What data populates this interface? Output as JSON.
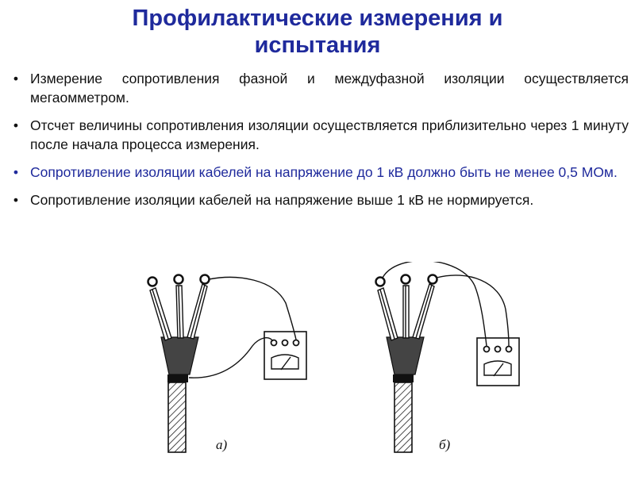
{
  "title": {
    "line1": "Профилактические измерения и",
    "line2": "испытания"
  },
  "bullets": [
    {
      "text": "Измерение сопротивления фазной и междуфазной изоляции осуществляется мегаомметром.",
      "color": "#111111"
    },
    {
      "text": "Отсчет величины сопротивления изоляции осуществляется приблизительно через 1 минуту после начала процесса измерения.",
      "color": "#111111"
    },
    {
      "text": "Сопротивление изоляции кабелей на напряжение до 1 кВ должно быть не менее 0,5 МОм.",
      "color": "#1f2a9c"
    },
    {
      "text": "Сопротивление изоляции кабелей на напряжение выше 1 кВ не нормируется.",
      "color": "#111111"
    }
  ],
  "bullet_symbol": "•",
  "diagram": {
    "caption_a": "а)",
    "caption_b": "б)"
  },
  "colors": {
    "title": "#1f2a9c",
    "accent_bullet": "#1f2a9c",
    "text": "#111111"
  }
}
